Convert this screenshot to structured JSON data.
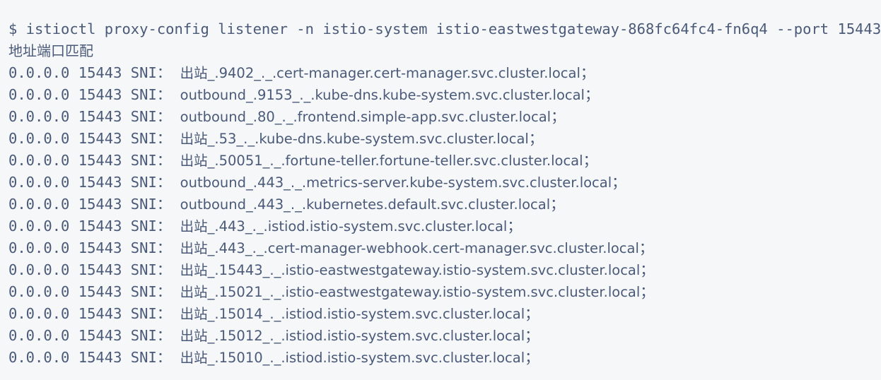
{
  "terminal": {
    "background_color": "#f6f7f9",
    "text_color": "#4a5a78",
    "prompt_symbol": "$",
    "command": "$ istioctl proxy-config listener -n istio-system istio-eastwestgateway-868fc64fc4-fn6q4 --port 15443",
    "note": "地址端口匹配",
    "row_prefix": "0.0.0.0 15443 SNI：",
    "line_terminator": "；",
    "rows": [
      {
        "address": "0.0.0.0",
        "port": "15443",
        "label": "SNI：",
        "sni": "出站_.9402_._.cert-manager.cert-manager.svc.cluster.local",
        "end": "；"
      },
      {
        "address": "0.0.0.0",
        "port": "15443",
        "label": "SNI：",
        "sni": "outbound_.9153_._.kube-dns.kube-system.svc.cluster.local",
        "end": "；"
      },
      {
        "address": "0.0.0.0",
        "port": "15443",
        "label": "SNI：",
        "sni": "outbound_.80_._.frontend.simple-app.svc.cluster.local",
        "end": "；"
      },
      {
        "address": "0.0.0.0",
        "port": "15443",
        "label": "SNI：",
        "sni": "出站_.53_._.kube-dns.kube-system.svc.cluster.local",
        "end": "；"
      },
      {
        "address": "0.0.0.0",
        "port": "15443",
        "label": "SNI：",
        "sni": "出站_.50051_._.fortune-teller.fortune-teller.svc.cluster.local",
        "end": "；"
      },
      {
        "address": "0.0.0.0",
        "port": "15443",
        "label": "SNI：",
        "sni": "outbound_.443_._.metrics-server.kube-system.svc.cluster.local",
        "end": "；"
      },
      {
        "address": "0.0.0.0",
        "port": "15443",
        "label": "SNI：",
        "sni": "outbound_.443_._.kubernetes.default.svc.cluster.local",
        "end": "；"
      },
      {
        "address": "0.0.0.0",
        "port": "15443",
        "label": "SNI：",
        "sni": "出站_.443_._.istiod.istio-system.svc.cluster.local",
        "end": "；"
      },
      {
        "address": "0.0.0.0",
        "port": "15443",
        "label": "SNI：",
        "sni": "出站_.443_._.cert-manager-webhook.cert-manager.svc.cluster.local",
        "end": "；"
      },
      {
        "address": "0.0.0.0",
        "port": "15443",
        "label": "SNI：",
        "sni": "出站_.15443_._.istio-eastwestgateway.istio-system.svc.cluster.local",
        "end": "；"
      },
      {
        "address": "0.0.0.0",
        "port": "15443",
        "label": "SNI：",
        "sni": "出站_.15021_._.istio-eastwestgateway.istio-system.svc.cluster.local",
        "end": "；"
      },
      {
        "address": "0.0.0.0",
        "port": "15443",
        "label": "SNI：",
        "sni": "出站_.15014_._.istiod.istio-system.svc.cluster.local",
        "end": "；"
      },
      {
        "address": "0.0.0.0",
        "port": "15443",
        "label": "SNI：",
        "sni": "出站_.15012_._.istiod.istio-system.svc.cluster.local",
        "end": "；"
      },
      {
        "address": "0.0.0.0",
        "port": "15443",
        "label": "SNI：",
        "sni": "出站_.15010_._.istiod.istio-system.svc.cluster.local",
        "end": "；"
      }
    ]
  }
}
